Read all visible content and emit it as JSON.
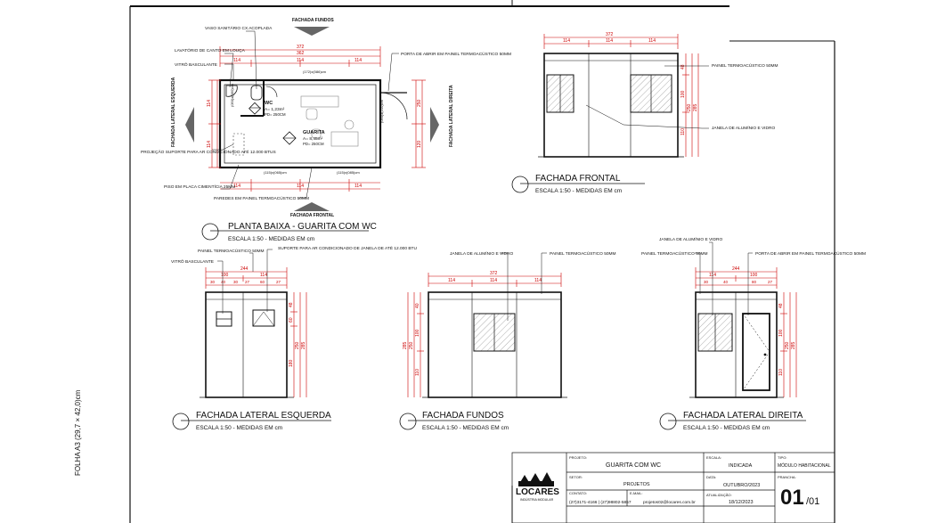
{
  "sheet": {
    "format_label": "FOLHA A3 (29,7 × 42,0)cm"
  },
  "plan": {
    "title": "PLANTA BAIXA - GUARITA COM WC",
    "scale": "ESCALA 1:50 - MEDIDAS EM cm",
    "facade_labels": {
      "top": "FACHADA FUNDOS",
      "bottom": "FACHADA FRONTAL",
      "left": "FACHADA LATERAL ESQUERDA",
      "right": "FACHADA LATERAL DIREITA"
    },
    "annotations": {
      "vaso": "VASO SANITÁRIO CX ACOPLADA",
      "lavatorio": "LAVATÓRIO DE CANTO EM LOUÇA",
      "vitro": "VITRÔ BASCULANTE",
      "porta": "PORTA DE ABRIR EM PAINEL TERMOACÚSTICO 50MM",
      "projecao": "PROJEÇÃO SUPORTE PARA AR CONDICIONADO ATÉ 12.000 BTUS",
      "piso": "PISO EM PLACA CIMENTÍCIA 25MM",
      "paredes": "PAREDES EM PAINEL TERMOACÚSTICO 50MM"
    },
    "rooms": [
      {
        "name": "WC",
        "area": "A= 1,23m²",
        "pd": "PD= 250CM"
      },
      {
        "name": "GUARITA",
        "area": "A= 8,45m²",
        "pd": "PD= 250CM"
      }
    ],
    "window_tags": [
      "(172)x(086)cm",
      "(050)x(060)cm",
      "(090)x(210)cm",
      "(115)x(065)cm",
      "(115)x(085)cm"
    ],
    "dims_top": {
      "overall": "372",
      "inner": "362",
      "segments": [
        "114",
        "114",
        "114"
      ]
    },
    "dims_bottom": [
      "114",
      "114",
      "114"
    ],
    "dims_side": [
      "114",
      "114",
      "250",
      "120"
    ]
  },
  "front": {
    "title": "FACHADA FRONTAL",
    "scale": "ESCALA 1:50 - MEDIDAS EM cm",
    "annotations": {
      "painel": "PAINEL TERMOACÚSTICO 50MM",
      "janela": "JANELA DE ALUMÍNIO E VIDRO"
    },
    "dims_top": {
      "overall": "372",
      "segments": [
        "114",
        "114",
        "114"
      ]
    },
    "dims_side": [
      "48",
      "100",
      "110",
      "250",
      "285"
    ]
  },
  "left_side": {
    "title": "FACHADA LATERAL ESQUERDA",
    "scale": "ESCALA 1:50 - MEDIDAS EM cm",
    "annotations": {
      "painel": "PAINEL TERMOACÚSTICO 50MM",
      "vitro": "VITRÔ BASCULANTE",
      "suporte": "SUPORTE PARA AR CONDICIONADO DE JANELA DE ATÉ 12.000 BTU"
    },
    "dims_top": {
      "overall": "244",
      "row1": [
        "100",
        "114"
      ],
      "row2": [
        "30",
        "40",
        "30",
        "27",
        "60",
        "27"
      ]
    },
    "dims_side": [
      "48",
      "60",
      "180",
      "250",
      "285"
    ]
  },
  "back": {
    "title": "FACHADA FUNDOS",
    "scale": "ESCALA 1:50 - MEDIDAS EM cm",
    "annotations": {
      "janela": "JANELA DE ALUMÍNIO E VIDRO",
      "painel": "PAINEL TERMOACÚSTICO 50MM"
    },
    "dims_top": {
      "overall": "372",
      "segments": [
        "114",
        "114",
        "114"
      ]
    },
    "dims_side": [
      "40",
      "100",
      "110",
      "250",
      "285"
    ]
  },
  "right_side": {
    "title": "FACHADA LATERAL DIREITA",
    "scale": "ESCALA 1:50 - MEDIDAS EM cm",
    "annotations": {
      "janela": "JANELA DE ALUMÍNIO E VIDRO",
      "painel": "PAINEL TERMOACÚSTICO 50MM",
      "porta": "PORTA DE ABRIR EM PAINEL TERMOACÚSTICO 50MM"
    },
    "dims_top": {
      "overall": "244",
      "row1": [
        "114",
        "100"
      ],
      "row2": [
        "30",
        "40",
        "80",
        "27"
      ]
    },
    "dims_side": [
      "48",
      "100",
      "110",
      "250",
      "285"
    ]
  },
  "title_block": {
    "company": "LOCARES",
    "company_sub": "INDÚSTRIA MODULAR",
    "labels": {
      "projeto": "PROJETO:",
      "setor": "SETOR:",
      "contato": "CONTATO:",
      "email": "E-MAIL:",
      "escala": "ESCALA:",
      "data": "DATA:",
      "atualizacao": "ATUALIZAÇÃO:",
      "tipo": "TIPO:",
      "prancha": "PRANCHA:"
    },
    "projeto": "GUARITA COM WC",
    "setor": "PROJETOS",
    "contato": "(27)3171-4166 | (27)98802-5857",
    "email": "projetos02@locares.com.br",
    "escala": "INDICADA",
    "data": "OUTUBRO/2023",
    "atualizacao": "18/12/2023",
    "tipo": "MÓDULO HABITACIONAL",
    "prancha_num": "01",
    "prancha_total": "/01"
  }
}
